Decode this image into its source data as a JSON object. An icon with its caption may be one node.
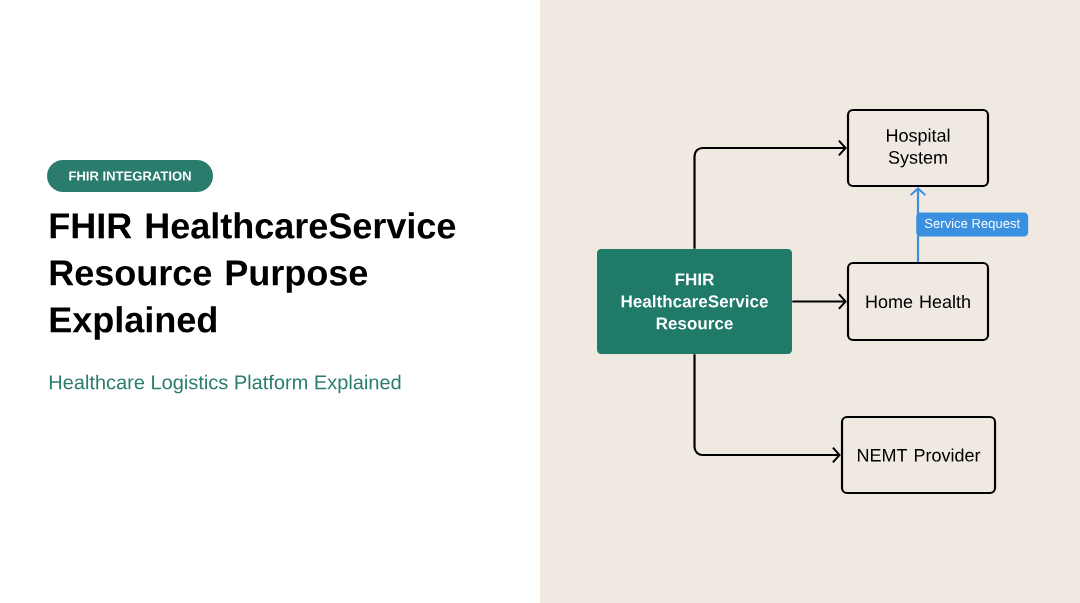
{
  "diagram": {
    "title": "FHIR HealthcareService Resource Purpose Explained",
    "nodes": [
      {
        "text": [
          "FHIR HealthcareService Resource"
        ]
      },
      {
        "text": [
          "Hospital System"
        ]
      },
      {
        "text": [
          "Home Health"
        ]
      },
      {
        "text": [
          "NEMT Provider"
        ]
      }
    ],
    "edges": [
      {
        "from": 0,
        "to": 1,
        "arrow": "to"
      },
      {
        "from": 0,
        "to": 2,
        "arrow": "to"
      },
      {
        "from": 0,
        "to": 3,
        "arrow": "to"
      },
      {
        "from": 2,
        "to": 1,
        "arrow": "to",
        "label": "Service Request",
        "color": "#3b8fe0"
      }
    ],
    "labels": [
      "FHIR INTEGRATION",
      "Healthcare Logistics Platform Explained"
    ]
  }
}
